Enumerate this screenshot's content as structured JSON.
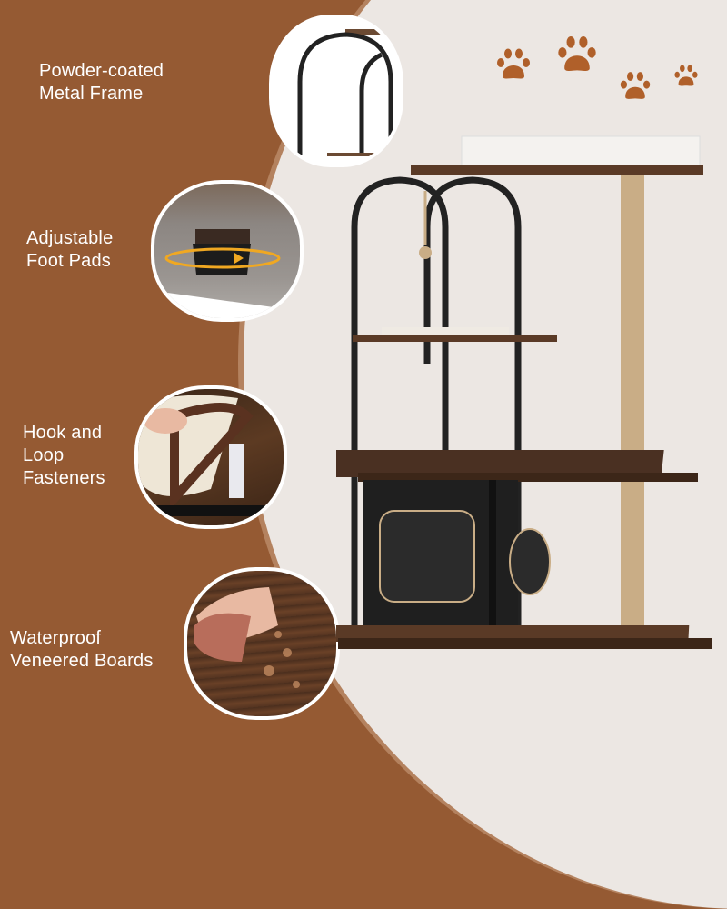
{
  "features": [
    {
      "id": "frame",
      "label_line1": "Powder-coated",
      "label_line2": "Metal Frame"
    },
    {
      "id": "foot-pads",
      "label_line1": "Adjustable",
      "label_line2": "Foot Pads"
    },
    {
      "id": "fasteners",
      "label_line1": "Hook and",
      "label_line2": "Loop",
      "label_line3": "Fasteners"
    },
    {
      "id": "boards",
      "label_line1": "Waterproof",
      "label_line2": "Veneered Boards"
    }
  ],
  "colors": {
    "brown_bg": "#955a33",
    "cream_bg": "#ece7e3",
    "paw": "#b0602a",
    "wood": "#5a3a26",
    "metal": "#1f1f1f",
    "sisal": "#c9ad86",
    "cushion": "#f4f2ef"
  },
  "icons": [
    "paw-print-icon",
    "paw-print-icon",
    "paw-print-icon",
    "paw-print-icon"
  ]
}
